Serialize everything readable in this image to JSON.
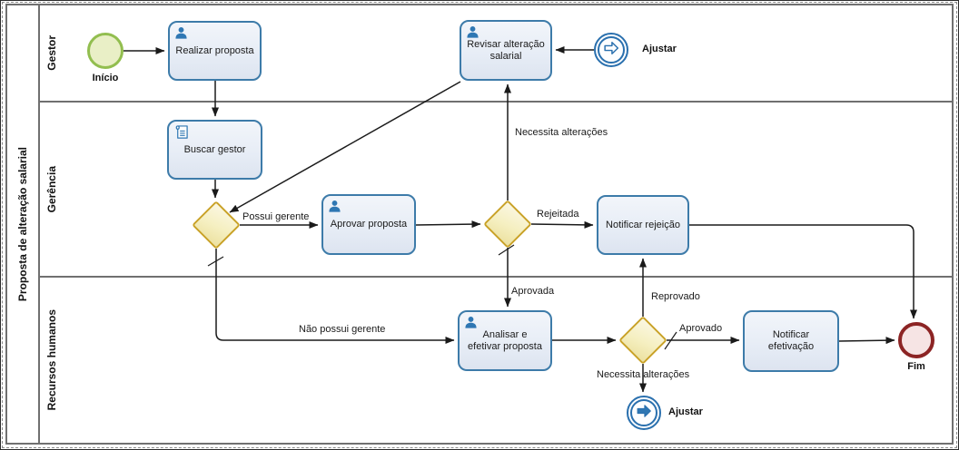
{
  "pool": {
    "label": "Proposta de alteração salarial"
  },
  "lanes": [
    {
      "label": "Gestor"
    },
    {
      "label": "Gerência"
    },
    {
      "label": "Recursos humanos"
    }
  ],
  "nodes": {
    "start": {
      "label": "Início",
      "type": "start-event"
    },
    "realizar": {
      "label": "Realizar proposta",
      "type": "user-task"
    },
    "buscar": {
      "label": "Buscar gestor",
      "type": "script-task"
    },
    "aprovar": {
      "label": "Aprovar proposta",
      "type": "user-task"
    },
    "revisar": {
      "label": "Revisar alteração salarial",
      "type": "user-task"
    },
    "notificar_rejeicao": {
      "label": "Notificar rejeição",
      "type": "task"
    },
    "analisar": {
      "label": "Analisar e efetivar proposta",
      "type": "user-task"
    },
    "notificar_efetivacao": {
      "label": "Notificar efetivação",
      "type": "task"
    },
    "ajustar_catch": {
      "label": "Ajustar",
      "type": "link-catch-event"
    },
    "ajustar_throw": {
      "label": "Ajustar",
      "type": "link-throw-event"
    },
    "gateway_gerente": {
      "type": "exclusive-gateway"
    },
    "gateway_aprovacao": {
      "type": "exclusive-gateway"
    },
    "gateway_efetivacao": {
      "type": "exclusive-gateway"
    },
    "end": {
      "label": "Fim",
      "type": "end-event"
    }
  },
  "flows": {
    "possui_gerente": "Possui gerente",
    "nao_possui_gerente": "Não possui gerente",
    "rejeitada": "Rejeitada",
    "aprovada": "Aprovada",
    "necessita_alteracoes_sup": "Necessita alterações",
    "reprovado": "Reprovado",
    "aprovado": "Aprovado",
    "necessita_alteracoes_inf": "Necessita alterações"
  },
  "colors": {
    "task_border": "#3d7ba9",
    "task_fill": "#e7edf6",
    "gateway_border": "#c9a227",
    "gateway_fill": "#f5efc0",
    "start_border": "#92be4f",
    "start_fill": "#e9efc6",
    "end_border": "#8c2424",
    "end_fill": "#f6e4e4",
    "link_border": "#2a70ae",
    "icon": "#2f77b3",
    "flow_line": "#1a1a1a"
  }
}
